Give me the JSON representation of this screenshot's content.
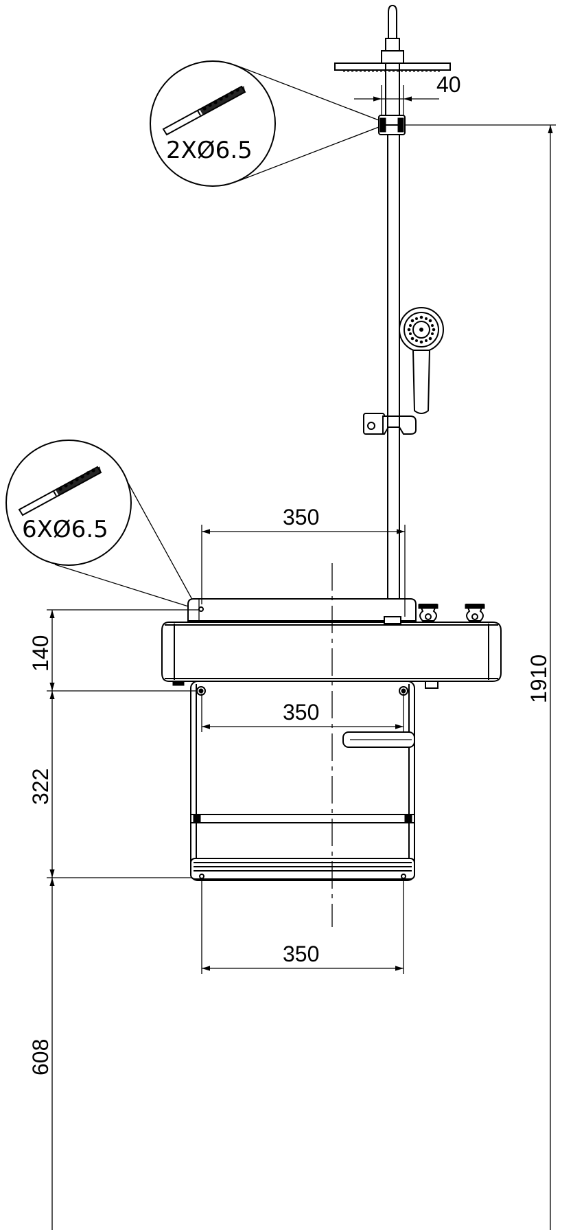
{
  "dimensions": {
    "shower_arm_width": "40",
    "width_top": "350",
    "width_middle": "350",
    "width_bottom": "350",
    "height_basin": "140",
    "height_cabinet": "322",
    "height_floor": "608",
    "height_total": "1910"
  },
  "callouts": {
    "top_holes": "2XØ6.5",
    "side_holes": "6XØ6.5"
  },
  "icons": {
    "rain_head": "rain-shower-head-icon",
    "hand_shower": "hand-shower-icon",
    "valve": "valve-handle-icon",
    "bracket": "wall-bracket-icon"
  }
}
